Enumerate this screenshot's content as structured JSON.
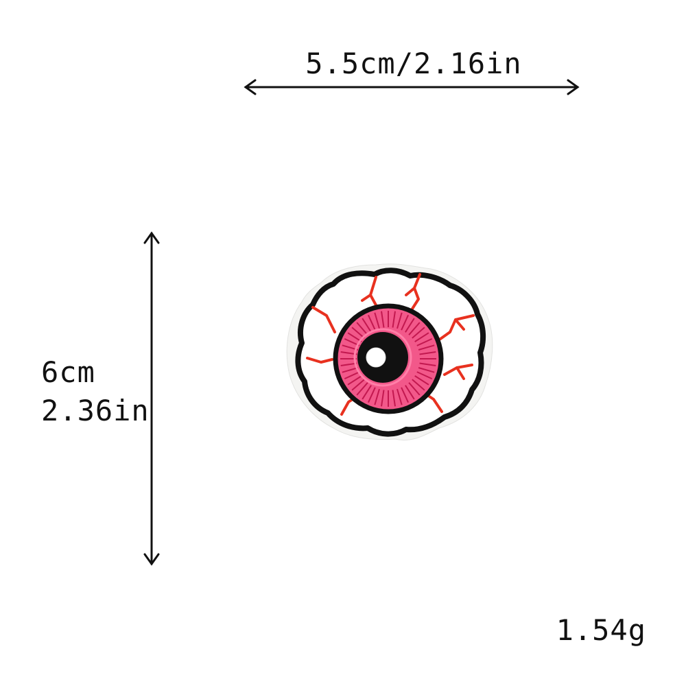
{
  "dimensions": {
    "width_label": "5.5cm/2.16in",
    "height_cm_label": "6cm",
    "height_in_label": "2.36in",
    "weight_label": "1.54g"
  },
  "product": {
    "icon": "eyeball-patch-icon",
    "colors": {
      "outline": "#111111",
      "felt": "#f4f4f2",
      "veins": "#e8311f",
      "iris": "#f2588a",
      "iris_lines": "#c2184f",
      "pupil": "#111111",
      "highlight": "#ffffff"
    }
  }
}
